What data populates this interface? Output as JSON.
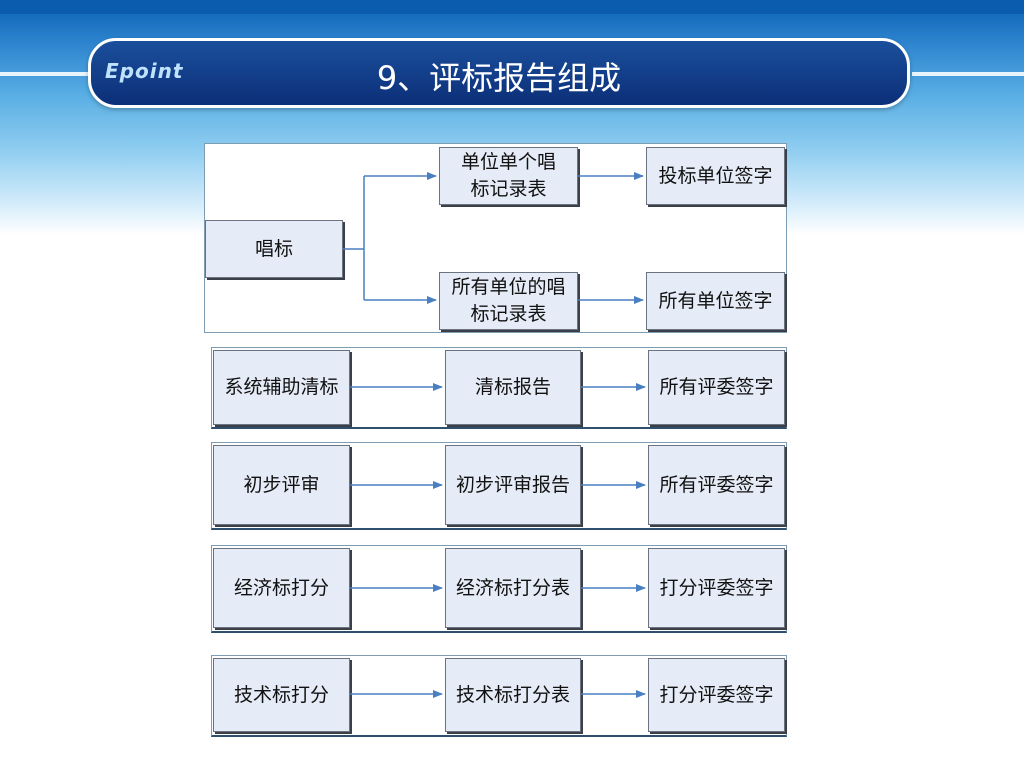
{
  "header": {
    "logo_text": "Epoint",
    "title": "9、评标报告组成"
  },
  "diagram": {
    "top": {
      "source": "唱标",
      "branch1": {
        "record": "单位单个唱标记录表",
        "sign": "投标单位签字"
      },
      "branch2": {
        "record": "所有单位的唱标记录表",
        "sign": "所有单位签字"
      }
    },
    "rows": [
      {
        "step": "系统辅助清标",
        "report": "清标报告",
        "sign": "所有评委签字"
      },
      {
        "step": "初步评审",
        "report": "初步评审报告",
        "sign": "所有评委签字"
      },
      {
        "step": "经济标打分",
        "report": "经济标打分表",
        "sign": "打分评委签字"
      },
      {
        "step": "技术标打分",
        "report": "技术标打分表",
        "sign": "打分评委签字"
      }
    ],
    "colors": {
      "arrow": "#4a7fc1",
      "box_fill": "#e6ecf7",
      "title_bar": "#1b4f9c"
    }
  }
}
